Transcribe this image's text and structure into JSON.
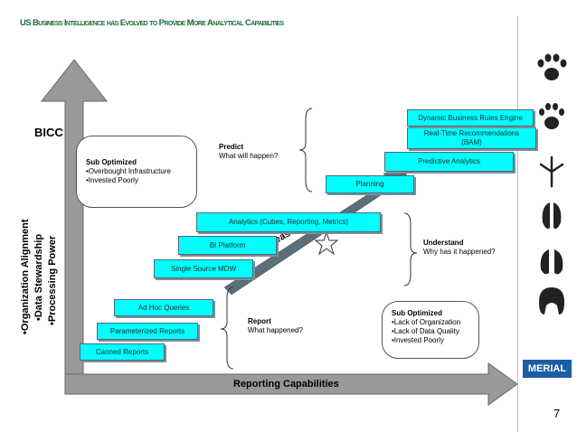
{
  "title": "US Business Intelligence has Evolved to Provide More Analytical Capabilities",
  "bicc_label": "BICC",
  "axis_x_label": "Reporting Capabilities",
  "axis_y_labels": [
    "•Organization Alignment",
    "•Data Stewardship",
    "•Processing Power"
  ],
  "northeast_label": "Northeast",
  "boxes": {
    "canned": "Canned Reports",
    "parameterized": "Parameterized Reports",
    "adhoc": "Ad Hoc Queries",
    "single_source": "Single Source MDW",
    "bi_platform": "BI Platform",
    "analytics": "Analytics (Cubes, Reporting, Metrics)",
    "planning": "Planning",
    "predictive": "Predictive Analytics",
    "realtime": "Real-Time Recommendations (BAM)",
    "dynamic": "Dynamic Business Rules Engine"
  },
  "stages": {
    "report_title": "Report",
    "report_desc": "What happened?",
    "understand_title": "Understand",
    "understand_desc": "Why has it happened?",
    "predict_title": "Predict",
    "predict_desc": "What will happen?"
  },
  "sub_optimized_top": {
    "title": "Sub Optimized",
    "items": [
      "•Overbought Infrastructure",
      "•Invested Poorly"
    ]
  },
  "sub_optimized_bottom": {
    "title": "Sub Optimized",
    "items": [
      "•Lack of Organization",
      "•Lack of Data Quality",
      "•Invested Poorly"
    ]
  },
  "logo_text": "MERIAL",
  "page_number": "7",
  "colors": {
    "box_fill": "#00ffff",
    "arrow_fill": "#999999",
    "logo_bg": "#1a5ea8",
    "title": "#1a6e3c"
  }
}
